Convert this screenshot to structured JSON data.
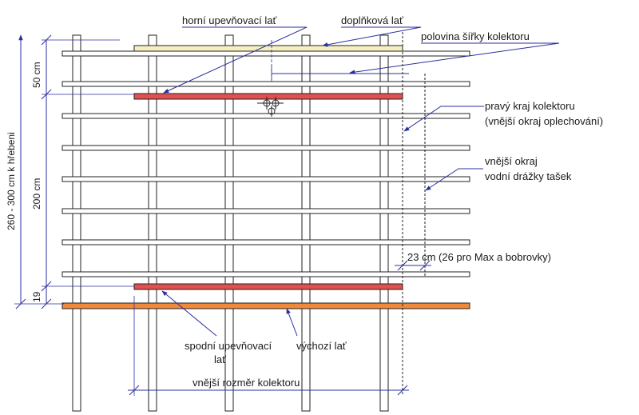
{
  "labels": {
    "top_fixing_batten": "horní upevňovací lať",
    "extra_batten": "doplňková lať",
    "half_width": "polovina šířky kolektoru",
    "right_edge_line1": "pravý kraj kolektoru",
    "right_edge_line2": "(vnější okraj oplechování)",
    "outer_edge_line1": "vnější okraj",
    "outer_edge_line2": "vodní drážky tašek",
    "offset_23": "23 cm (26 pro Max a bobrovky)",
    "bottom_fixing_line1": "spodní upevňovací",
    "bottom_fixing_line2": "lať",
    "starting_batten": "výchozí lať",
    "outer_dimension": "vnější rozměr kolektoru",
    "dim_50": "50 cm",
    "dim_200": "200 cm",
    "dim_19": "19",
    "dim_260": "260 - 300 cm k hřebeni"
  },
  "colors": {
    "extra_batten": "#f6f0c0",
    "fixing_batten": "#e0504e",
    "starting_batten": "#f08a3a",
    "dimension": "#2b2f9e",
    "outline": "#222222"
  }
}
